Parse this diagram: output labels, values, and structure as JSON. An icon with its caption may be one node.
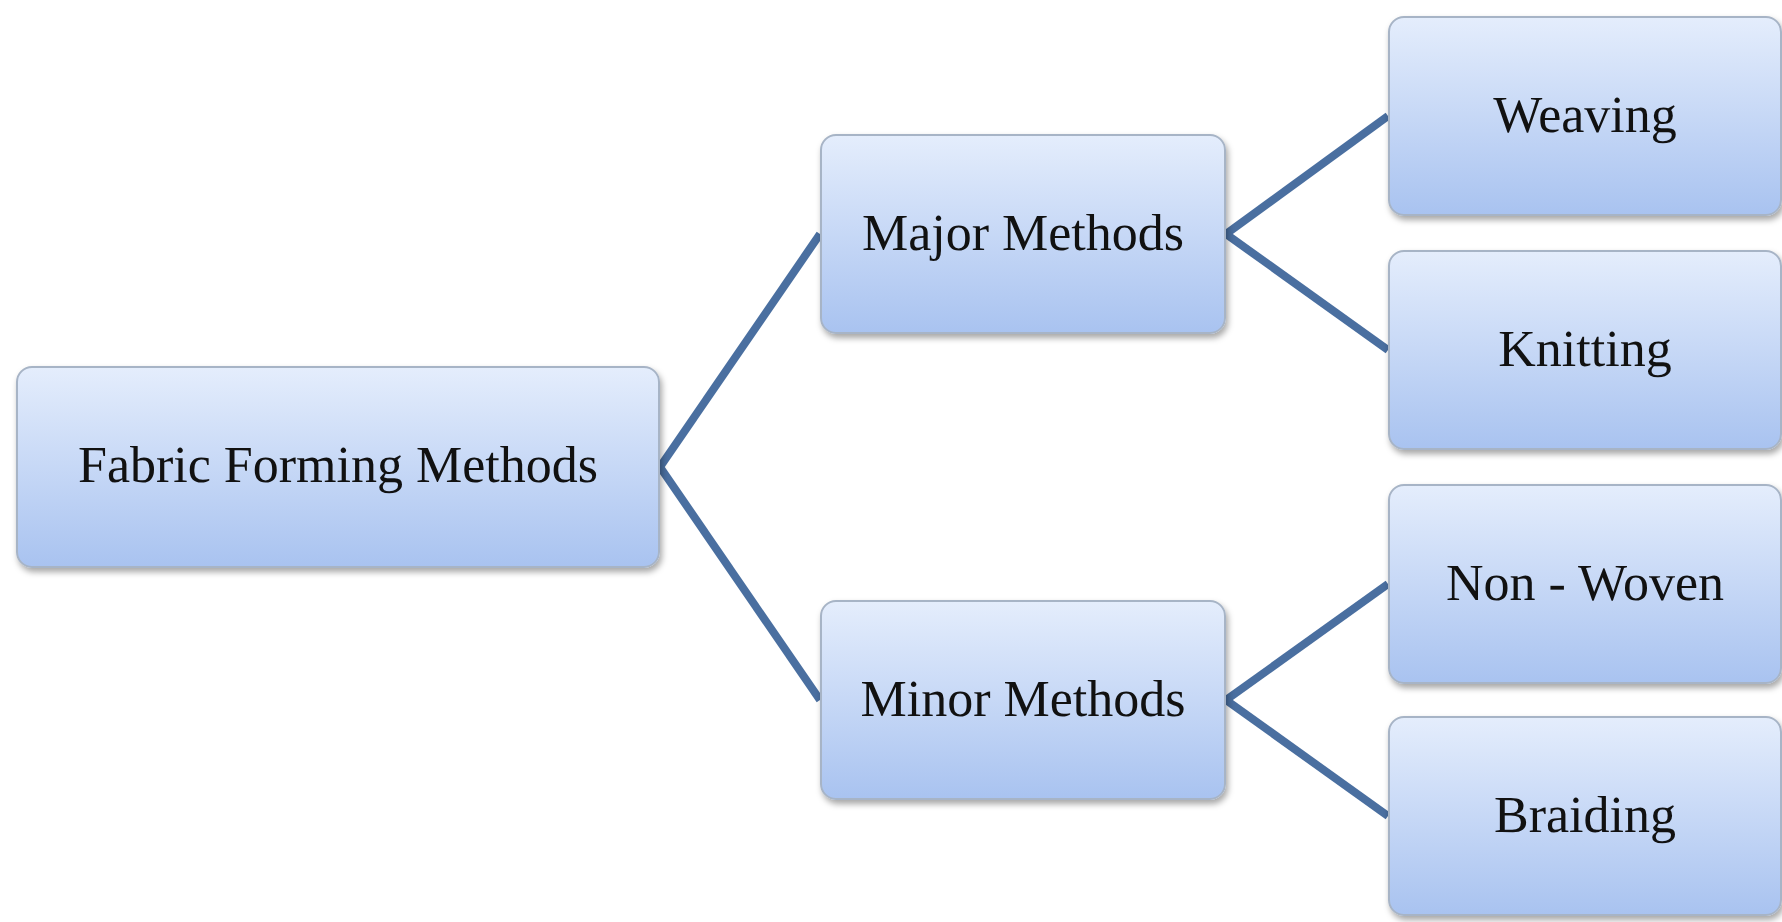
{
  "diagram": {
    "nodes": [
      {
        "text": [
          "Fabric Forming Methods"
        ]
      },
      {
        "text": [
          "Major Methods"
        ]
      },
      {
        "text": [
          "Weaving"
        ]
      },
      {
        "text": [
          "Knitting"
        ]
      },
      {
        "text": [
          "Minor Methods"
        ]
      },
      {
        "text": [
          "Non - Woven"
        ]
      },
      {
        "text": [
          "Braiding"
        ]
      }
    ],
    "edges": [
      {
        "from": 0,
        "to": 1,
        "arrow": "none"
      },
      {
        "from": 0,
        "to": 4,
        "arrow": "none"
      },
      {
        "from": 1,
        "to": 2,
        "arrow": "none"
      },
      {
        "from": 1,
        "to": 3,
        "arrow": "none"
      },
      {
        "from": 4,
        "to": 5,
        "arrow": "none"
      },
      {
        "from": 4,
        "to": 6,
        "arrow": "none"
      }
    ]
  }
}
